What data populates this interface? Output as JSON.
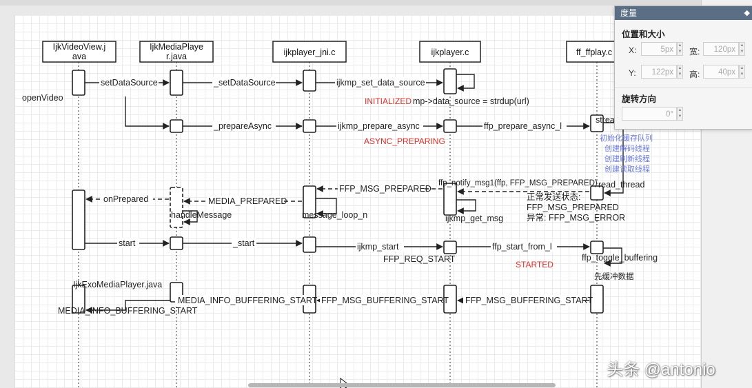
{
  "participants": [
    {
      "id": "ijkvideoview",
      "line1": "IjkVideoView.j",
      "line2": "ava"
    },
    {
      "id": "ijkmediaplayer",
      "line1": "IjkMediaPlaye",
      "line2": "r.java"
    },
    {
      "id": "ijkplayer-jni",
      "line1": "ijkplayer_jni.c",
      "line2": ""
    },
    {
      "id": "ijkplayer-c",
      "line1": "ijkplayer.c",
      "line2": ""
    },
    {
      "id": "ff-ffplay",
      "line1": "ff_ffplay.c",
      "line2": ""
    }
  ],
  "labels": {
    "openVideo": "openVideo",
    "setDataSource1": "setDataSource",
    "setDataSource2": "_setDataSource",
    "ijkmp_set_data_source": "ijkmp_set_data_source",
    "initialized": "INITIALIZED",
    "mp_data_source": "mp->data_source = strdup(url)",
    "prepareAsync": "_prepareAsync",
    "ijkmp_prepare_async": "ijkmp_prepare_async",
    "ffp_prepare_async_l": "ffp_prepare_async_l",
    "async_preparing": "ASYNC_PREPARING",
    "stream": "strea",
    "init_queue": "初始化缓存队列",
    "create_decode": "创建解码线程",
    "create_refresh": "创建刷新线程",
    "create_read": "创建读取线程",
    "ffp_notify": "ffp_notify_msg1(ffp, FFP_MSG_PREPARED)",
    "read_thread": "read_thread",
    "normal_state": "正常发送状态:",
    "ffp_msg_prepared_state": "FFP_MSG_PREPARED",
    "abnormal_state": "异常: FFP_MSG_ERROR",
    "ffp_msg_prepared": "FFP_MSG_PREPARED",
    "media_prepared": "MEDIA_PREPARED",
    "onPrepared": "onPrepared",
    "handleMessage": "handleMessage",
    "message_loop_n": "message_loop_n",
    "ijkmp_get_msg": "ijkmp_get_msg",
    "start1": "start",
    "start2": "_start",
    "ijkmp_start": "ijkmp_start",
    "ffp_req_start": "FFP_REQ_START",
    "ffp_start_from_l": "ffp_start_from_l",
    "started": "STARTED",
    "ffp_toggle_buffering": "ffp_toggle_buffering",
    "buffer_first": "先缓冲数据",
    "ijkexo": "IjkExoMediaPlayer.java",
    "media_info_buffering_start1": "MEDIA_INFO_BUFFERING_START",
    "media_info_buffering_start2": "MEDIA_INFO_BUFFERING_START",
    "ffp_msg_buffering_start1": "FFP_MSG_BUFFERING_START",
    "ffp_msg_buffering_start2": "FFP_MSG_BUFFERING_START"
  },
  "panel": {
    "title": "度量",
    "section_position": "位置和大小",
    "x_label": "X:",
    "x_value": "5px",
    "width_label": "宽:",
    "width_value": "120px",
    "y_label": "Y:",
    "y_value": "122px",
    "height_label": "高:",
    "height_value": "40px",
    "section_rotation": "旋转方向",
    "rotation_value": "0°"
  },
  "watermark": "头条 @antonio",
  "colors": {
    "red": "#e0302a",
    "blue": "#6b7be0",
    "panel_header": "#5a6f85"
  }
}
